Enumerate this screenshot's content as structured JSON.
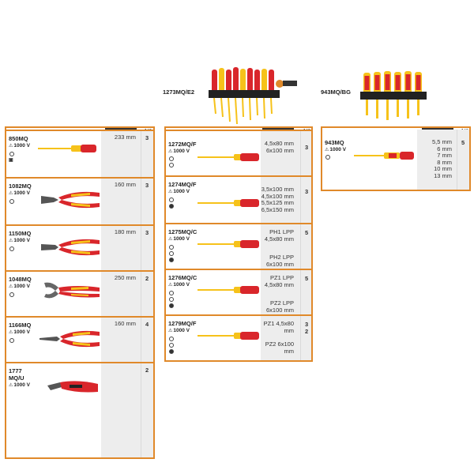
{
  "headers": {
    "set1_code": "1273MQ/E2",
    "set2_code": "943MQ/BG"
  },
  "column_header": "N°",
  "voltage": "1000 V",
  "left_panel": {
    "title": "",
    "rows": [
      {
        "code": "850MQ",
        "spec": "233  mm",
        "qty": "3"
      },
      {
        "code": "1082MQ",
        "spec": "160 mm",
        "qty": "3"
      },
      {
        "code": "1150MQ",
        "spec": "180 mm",
        "qty": "3"
      },
      {
        "code": "1048MQ",
        "spec": "250 mm",
        "qty": "2"
      },
      {
        "code": "1166MQ",
        "spec": "160 mm",
        "qty": "4"
      },
      {
        "code": "1777\nMQ/U",
        "spec": "",
        "qty": "2"
      }
    ]
  },
  "middle_panel": {
    "rows": [
      {
        "code": "1272MQ/F",
        "spec": "4,5x80 mm\n6x100 mm",
        "qty": "3"
      },
      {
        "code": "1274MQ/F",
        "spec": "3,5x100 mm\n4,5x100 mm\n5,5x125 mm\n6,5x150 mm",
        "qty": "3"
      },
      {
        "code": "1275MQ/C",
        "spec": "PH1 LPP\n4,5x80 mm",
        "spec2": "PH2 LPP\n6x100 mm",
        "qty": "5"
      },
      {
        "code": "1276MQ/C",
        "spec": "PZ1 LPP\n4,5x80 mm",
        "spec2": "PZ2 LPP\n6x100 mm",
        "qty": "5"
      },
      {
        "code": "1279MQ/F",
        "spec": "PZ1 4,5x80\nmm",
        "spec2": "PZ2 6x100\nmm",
        "qty": "3",
        "qty2": "2"
      }
    ]
  },
  "right_panel": {
    "rows": [
      {
        "code": "943MQ",
        "spec": "5,5 mm\n6 mm\n7 mm\n8 mm\n10 mm\n13 mm",
        "qty": "5"
      }
    ]
  },
  "colors": {
    "border": "#e0892a",
    "tool_red": "#d9262b",
    "tool_yellow": "#f6c21a"
  }
}
